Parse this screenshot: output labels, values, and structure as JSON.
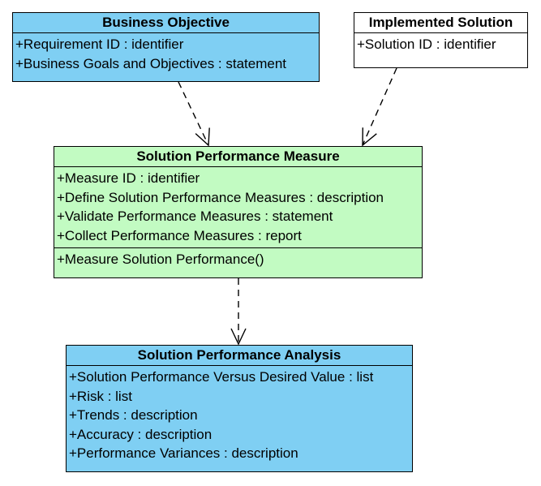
{
  "colors": {
    "blue_fill": "#7fcff3",
    "green_fill": "#c2fbc2",
    "white_fill": "#ffffff",
    "stroke": "#000000"
  },
  "classes": {
    "business_objective": {
      "name": "Business Objective",
      "attributes": [
        "+Requirement ID : identifier",
        "+Business Goals and Objectives : statement"
      ]
    },
    "implemented_solution": {
      "name": "Implemented Solution",
      "attributes": [
        "+Solution ID : identifier"
      ]
    },
    "solution_performance_measure": {
      "name": "Solution Performance Measure",
      "attributes": [
        "+Measure ID : identifier",
        "+Define Solution Performance Measures : description",
        "+Validate Performance Measures : statement",
        "+Collect Performance Measures : report"
      ],
      "operations": [
        "+Measure Solution Performance()"
      ]
    },
    "solution_performance_analysis": {
      "name": "Solution Performance Analysis",
      "attributes": [
        "+Solution Performance Versus Desired Value : list",
        "+Risk : list",
        "+Trends : description",
        "+Accuracy : description",
        "+Performance Variances : description"
      ]
    }
  },
  "relationships": [
    {
      "type": "dependency",
      "from": "Business Objective",
      "to": "Solution Performance Measure"
    },
    {
      "type": "dependency",
      "from": "Implemented Solution",
      "to": "Solution Performance Measure"
    },
    {
      "type": "dependency",
      "from": "Solution Performance Measure",
      "to": "Solution Performance Analysis"
    }
  ]
}
